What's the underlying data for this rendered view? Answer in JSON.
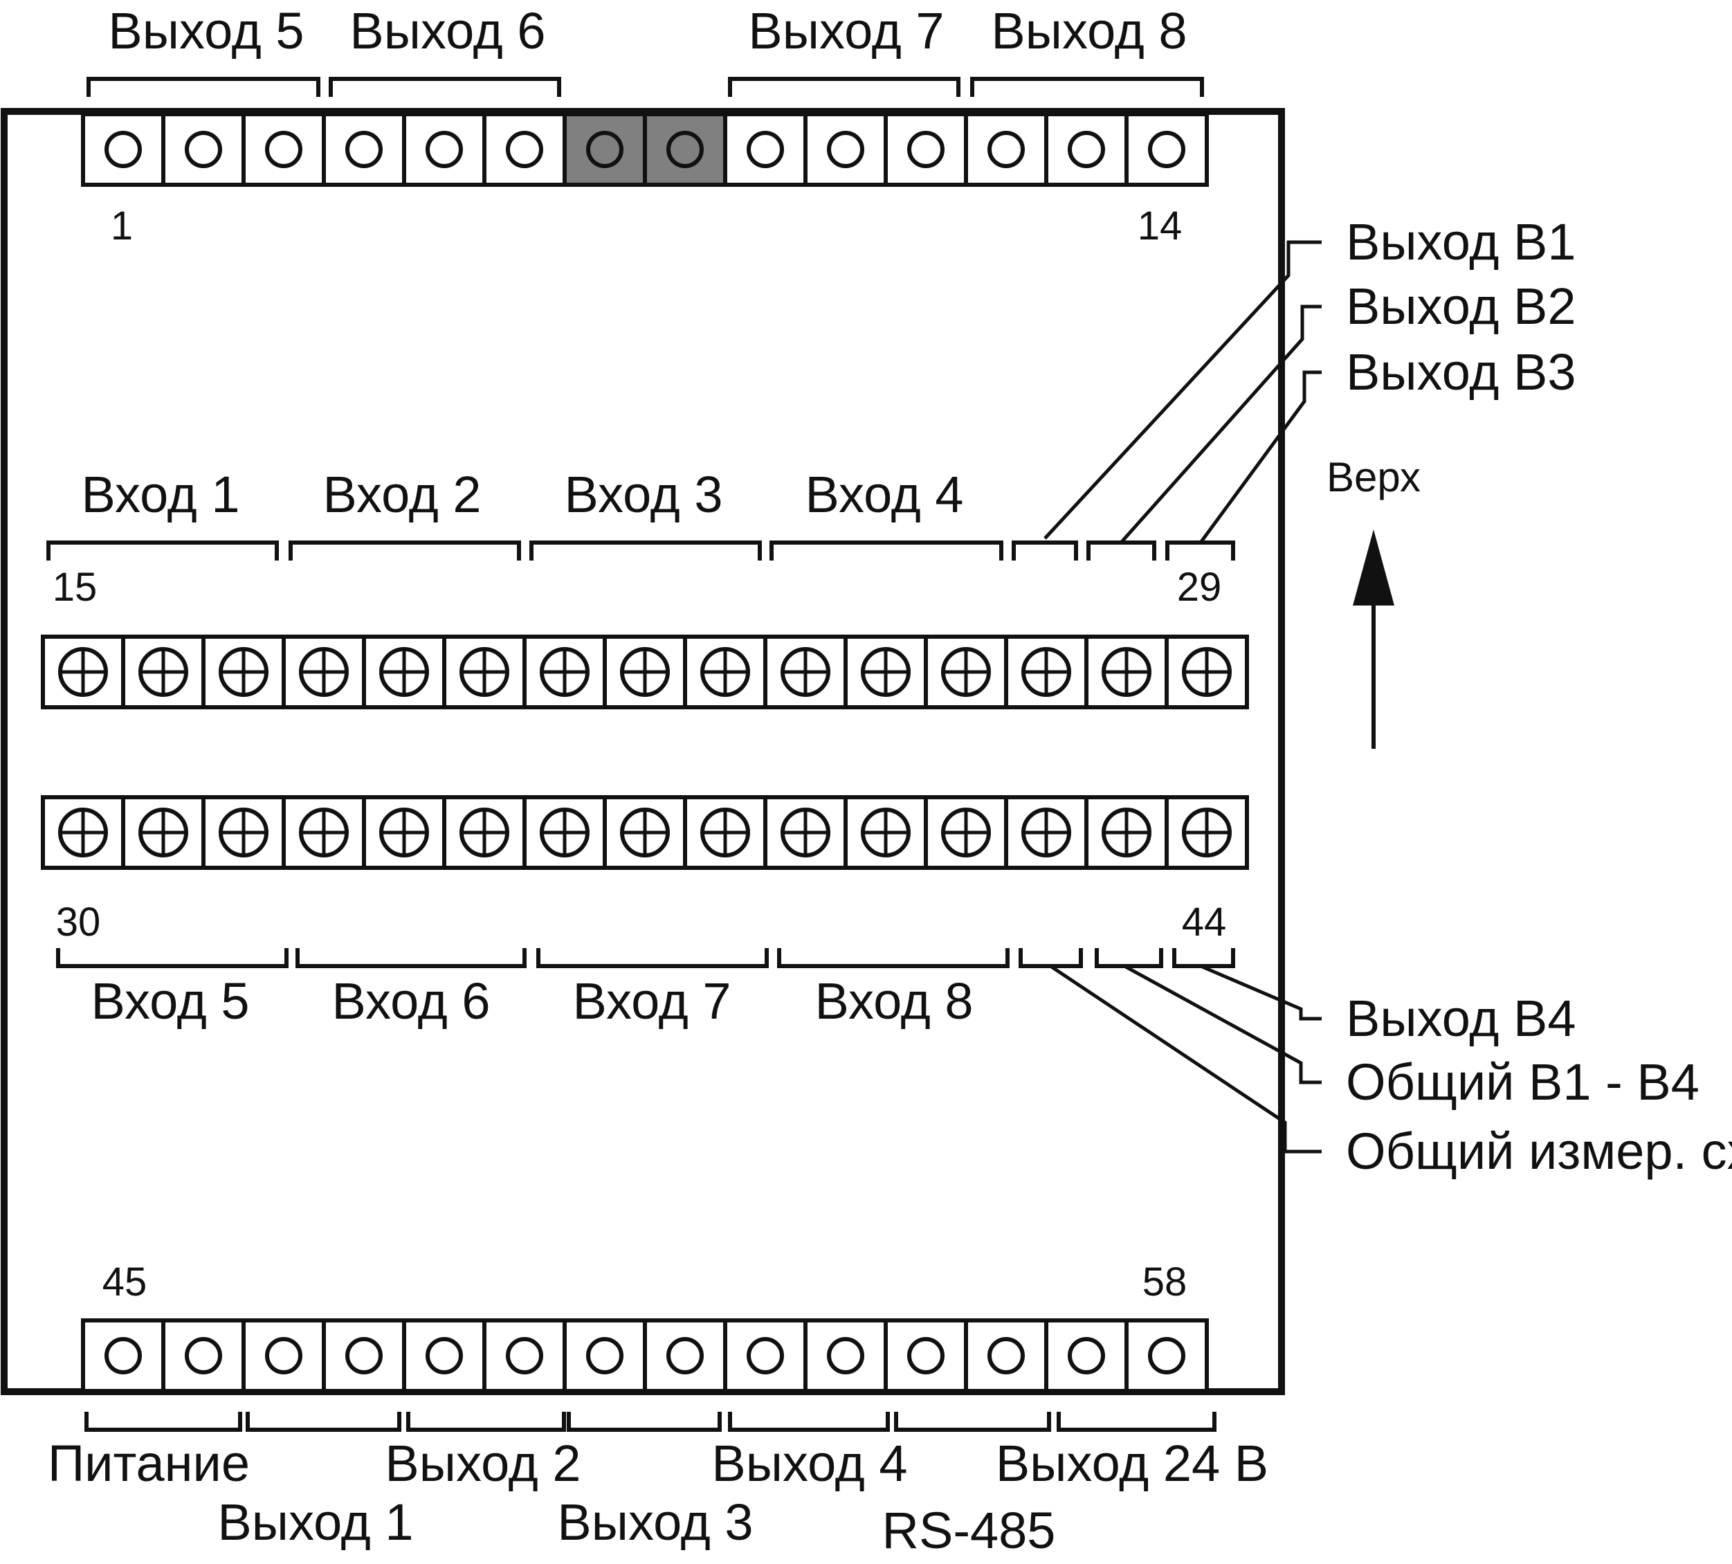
{
  "colors": {
    "ink": "#111111",
    "paper": "#ffffff",
    "highlight": "#808080"
  },
  "top_row": {
    "numbers": {
      "first": "1",
      "last": "14"
    },
    "groups": [
      "Выход 5",
      "Выход 6",
      "Выход 7",
      "Выход 8"
    ]
  },
  "upper_terminals": {
    "numbers": {
      "first": "15",
      "last": "29"
    },
    "groups": [
      "Вход 1",
      "Вход 2",
      "Вход 3",
      "Вход 4"
    ]
  },
  "lower_terminals": {
    "numbers": {
      "first": "30",
      "last": "44"
    },
    "groups": [
      "Вход 5",
      "Вход 6",
      "Вход 7",
      "Вход 8"
    ]
  },
  "bottom_row": {
    "numbers": {
      "first": "45",
      "last": "58"
    },
    "groups": [
      "Питание",
      "Выход 1",
      "Выход 2",
      "Выход 3",
      "Выход 4",
      "RS-485",
      "Выход 24 В"
    ]
  },
  "callouts_right_top": [
    "Выход В1",
    "Выход В2",
    "Выход В3"
  ],
  "callouts_right_bottom": [
    "Выход В4",
    "Общий В1 - В4",
    "Общий измер. сх."
  ],
  "orientation": {
    "label": "Верх",
    "icon": "arrow-up-icon"
  }
}
